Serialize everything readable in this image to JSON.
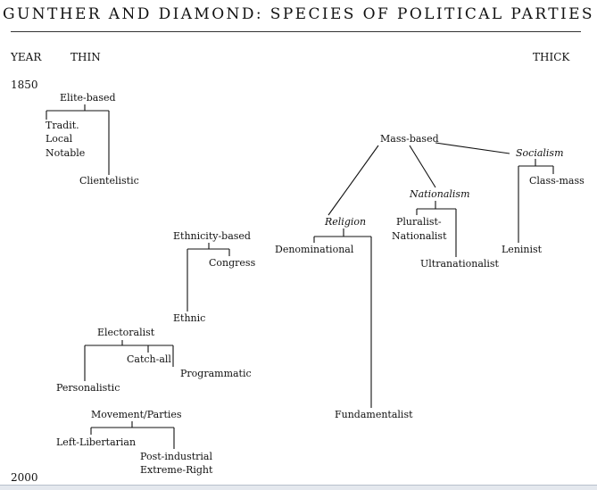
{
  "title": "GUNTHER AND DIAMOND: SPECIES OF POLITICAL PARTIES",
  "axis": {
    "year": "YEAR",
    "thin": "THIN",
    "thick": "THICK",
    "start": "1850",
    "end": "2000"
  },
  "nodes": {
    "elite": "Elite-based",
    "tradit": "Tradit.",
    "local": "Local",
    "notable": "Notable",
    "clientelistic": "Clientelistic",
    "mass": "Mass-based",
    "socialism": "Socialism",
    "classmass": "Class-mass",
    "nationalism": "Nationalism",
    "religion": "Religion",
    "pluralist1": "Pluralist-",
    "pluralist2": "Nationalist",
    "denominational": "Denominational",
    "ultranationalist": "Ultranationalist",
    "leninist": "Leninist",
    "fundamentalist": "Fundamentalist",
    "ethnicity": "Ethnicity-based",
    "congress": "Congress",
    "ethnic": "Ethnic",
    "electoralist": "Electoralist",
    "catchall": "Catch-all",
    "programmatic": "Programmatic",
    "personalistic": "Personalistic",
    "movement": "Movement/Parties",
    "leftlib": "Left-Libertarian",
    "postind1": "Post-industrial",
    "postind2": "Extreme-Right"
  }
}
